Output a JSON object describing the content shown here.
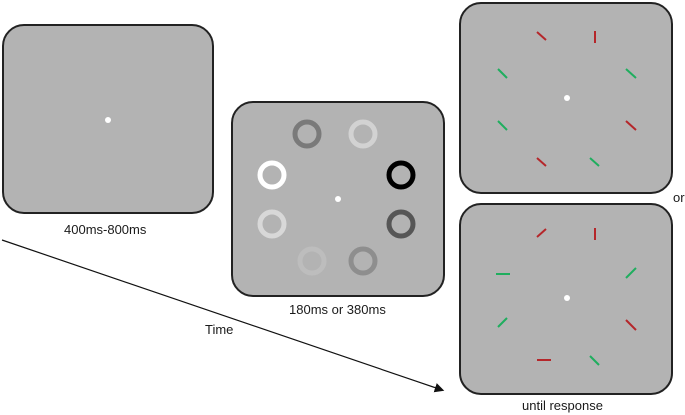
{
  "labels": {
    "fixation_duration": "400ms-800ms",
    "memory_duration": "180ms or 380ms",
    "probe_duration": "until response",
    "or": "or",
    "time_axis": "Time"
  },
  "colors": {
    "screen_fill": "#b3b3b3",
    "screen_border": "#222222",
    "fixation_dot": "#ffffff",
    "bar_red": "#b5262a",
    "bar_green": "#1fae5e"
  },
  "memory_rings": {
    "gray_levels": [
      "#7a7a7a",
      "#d2d2d2",
      "#ffffff",
      "#000000",
      "#d8d8d8",
      "#565656",
      "#bdbdbd",
      "#8e8e8e"
    ]
  },
  "probe_bars": {
    "top_colors": [
      "red",
      "red",
      "green",
      "green",
      "green",
      "red",
      "red",
      "green"
    ],
    "bottom_colors": [
      "red",
      "red",
      "green",
      "green",
      "green",
      "red",
      "red",
      "green"
    ]
  }
}
